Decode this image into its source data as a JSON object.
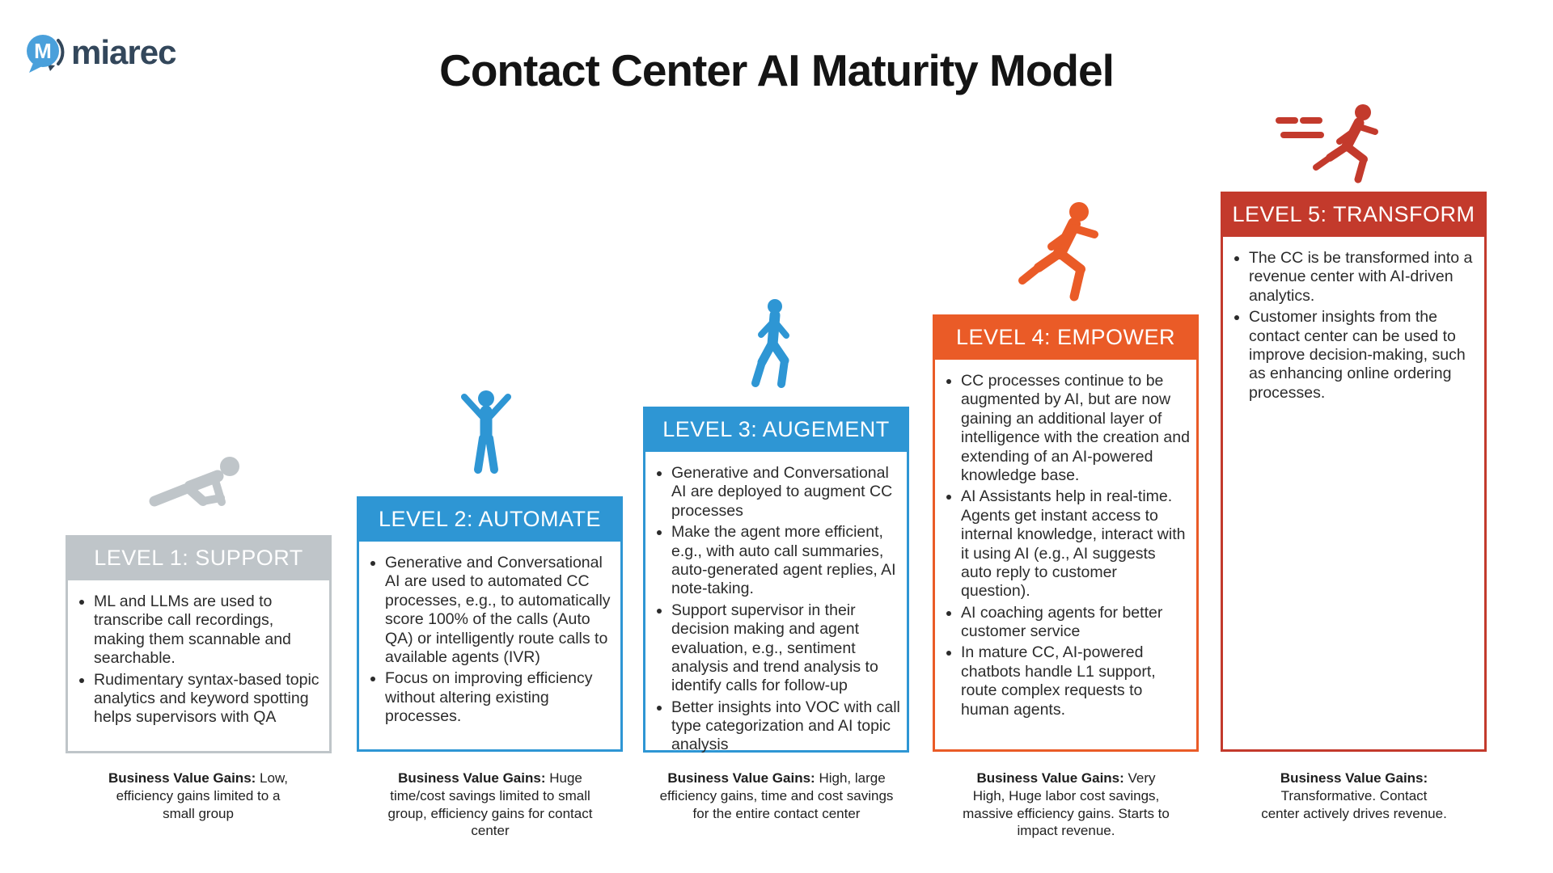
{
  "logo": {
    "text": "miarec",
    "icon": "speech-bubble-m-icon"
  },
  "title": "Contact Center AI Maturity Model",
  "colors": {
    "gray": "#BFC5C9",
    "blue": "#2E96D4",
    "orange": "#EA5B27",
    "red": "#C33A2C"
  },
  "levels": [
    {
      "header": "LEVEL 1: SUPPORT",
      "color": "#BFC5C9",
      "icon": "crawling-person-icon",
      "bullets": [
        "ML and LLMs are used to transcribe call recordings, making them scannable and searchable.",
        "Rudimentary syntax-based topic analytics and keyword spotting helps supervisors with QA"
      ],
      "bvg_label": "Business Value Gains:",
      "bvg_text": "Low, efficiency gains limited to a small group"
    },
    {
      "header": "LEVEL 2: AUTOMATE",
      "color": "#2E96D4",
      "icon": "raised-arms-person-icon",
      "bullets": [
        "Generative and Conversational AI are used to automated CC processes, e.g., to automatically score 100% of the calls (Auto QA) or intelligently route calls to available agents (IVR)",
        "Focus on improving efficiency without altering existing processes."
      ],
      "bvg_label": "Business Value Gains:",
      "bvg_text": "Huge time/cost savings limited to small group, efficiency gains for contact center"
    },
    {
      "header": "LEVEL 3: AUGEMENT",
      "color": "#2E96D4",
      "icon": "walking-person-icon",
      "bullets": [
        "Generative and Conversational AI are deployed to augment CC processes",
        "Make the agent more efficient, e.g., with auto call summaries, auto-generated agent replies, AI note-taking.",
        "Support supervisor in their decision making and agent evaluation, e.g., sentiment analysis and trend analysis to identify calls for follow-up",
        "Better insights into VOC with call type categorization and AI topic analysis"
      ],
      "bvg_label": "Business Value Gains:",
      "bvg_text": "High, large efficiency gains, time and cost savings for the entire contact center"
    },
    {
      "header": "LEVEL 4: EMPOWER",
      "color": "#EA5B27",
      "icon": "running-person-icon",
      "bullets": [
        "CC processes continue to be augmented by AI, but are now gaining an additional layer of intelligence with the creation and extending of an AI-powered knowledge base.",
        "AI Assistants help in real-time. Agents get instant access to internal knowledge, interact with it using AI (e.g., AI suggests auto reply to customer question).",
        "AI coaching agents for better customer service",
        "In mature CC, AI-powered chatbots handle L1 support, route complex requests to human agents."
      ],
      "bvg_label": "Business Value Gains:",
      "bvg_text": "Very High, Huge labor cost savings, massive efficiency gains. Starts to impact revenue."
    },
    {
      "header": "LEVEL 5: TRANSFORM",
      "color": "#C33A2C",
      "icon": "speeding-runner-icon",
      "bullets": [
        "The CC is be transformed into a revenue center with AI-driven analytics.",
        "Customer insights from the contact center can be used to improve decision-making, such as enhancing online ordering processes."
      ],
      "bvg_label": "Business Value Gains:",
      "bvg_text": "Transformative. Contact center actively drives revenue."
    }
  ]
}
